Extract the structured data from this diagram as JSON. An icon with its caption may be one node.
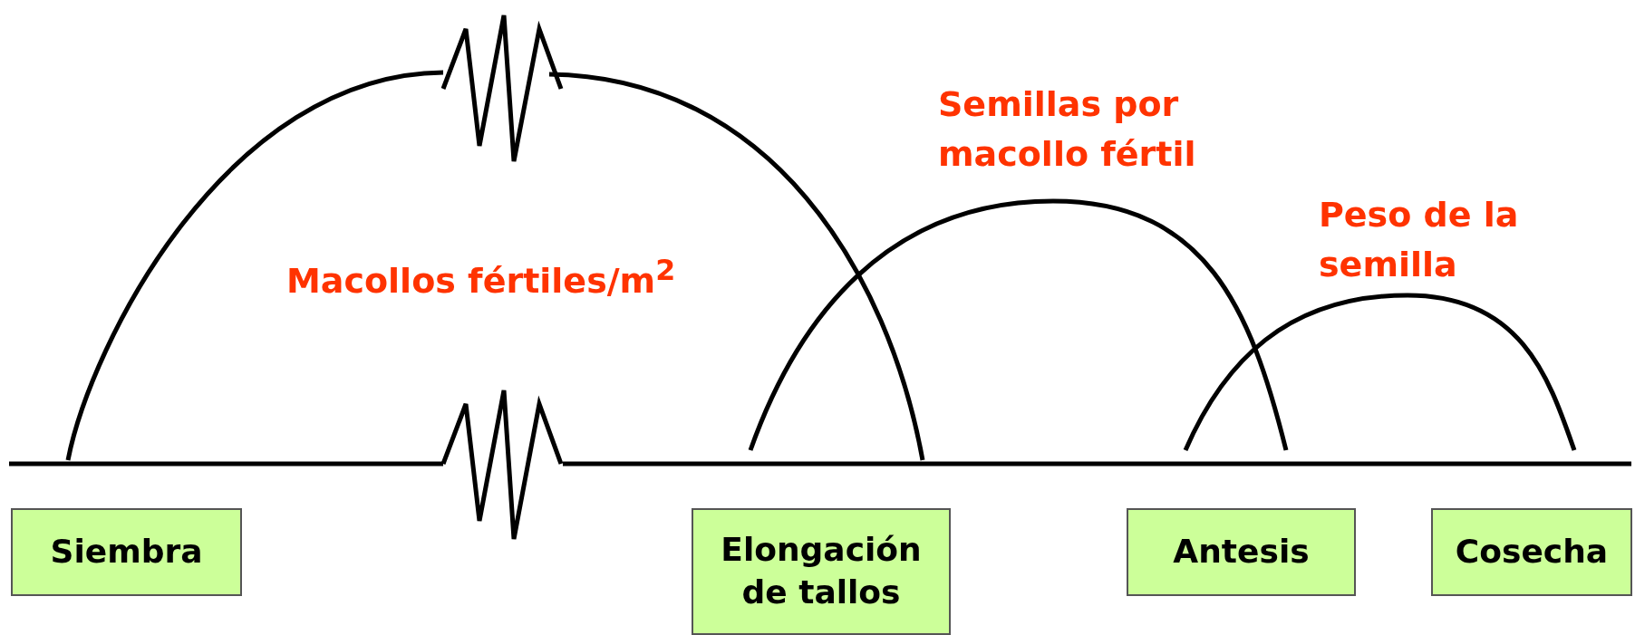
{
  "diagram": {
    "nodes": [
      {
        "text": [
          "Siembra"
        ]
      },
      {
        "text": [
          "Elongación de tallos"
        ]
      },
      {
        "text": [
          "Antesis"
        ]
      },
      {
        "text": [
          "Cosecha"
        ]
      }
    ],
    "labels": [
      "Macollos fértiles/m$^{2}$",
      "Semillas por macollo fértil",
      "Peso de la semilla"
    ]
  }
}
